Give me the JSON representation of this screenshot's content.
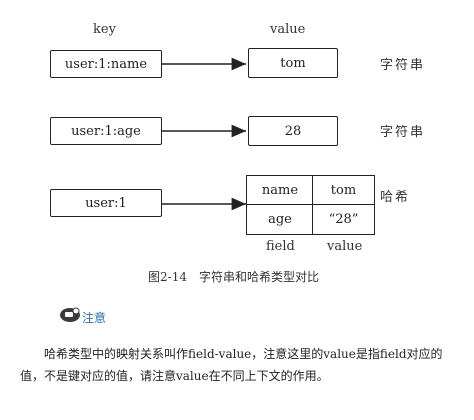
{
  "diagram": {
    "col_key": "key",
    "col_value": "value",
    "rows": [
      {
        "key": "user:1:name",
        "value": "tom",
        "type": "字符串"
      },
      {
        "key": "user:1:age",
        "value": "28",
        "type": "字符串"
      },
      {
        "key": "user:1",
        "type": "哈希",
        "hash": [
          {
            "field": "name",
            "value": "tom"
          },
          {
            "field": "age",
            "value": "“28”"
          }
        ]
      }
    ],
    "field_label": "field",
    "value_label": "value"
  },
  "caption": "图2-14　字符串和哈希类型对比",
  "note": {
    "icon": "note-icon",
    "title": "注意",
    "body": "哈希类型中的映射关系叫作field-value，注意这里的value是指field对应的值，不是键对应的值，请注意value在不同上下文的作用。"
  }
}
